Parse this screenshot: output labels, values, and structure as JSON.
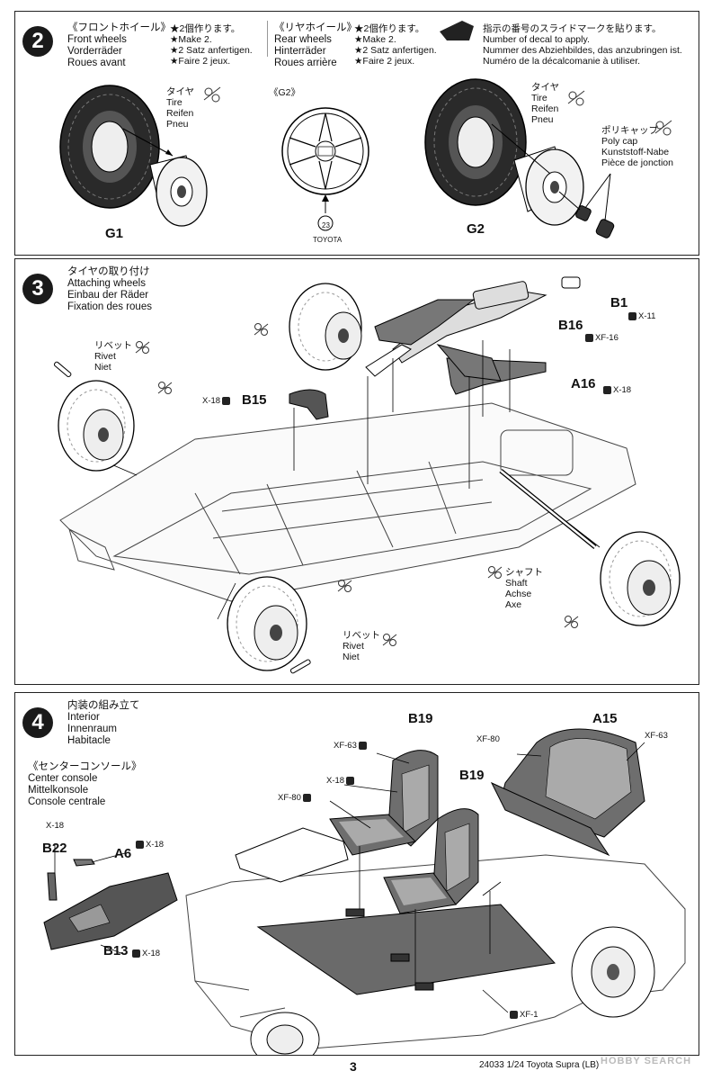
{
  "step2": {
    "number": "2",
    "front": {
      "jp": "《フロントホイール》",
      "en": "Front wheels",
      "de": "Vorderräder",
      "fr": "Roues avant",
      "notes": [
        "★2個作ります。",
        "★Make 2.",
        "★2 Satz anfertigen.",
        "★Faire 2 jeux."
      ]
    },
    "rear": {
      "jp": "《リヤホイール》",
      "en": "Rear wheels",
      "de": "Hinterräder",
      "fr": "Roues arrière",
      "notes": [
        "★2個作ります。",
        "★Make 2.",
        "★2 Satz anfertigen.",
        "★Faire 2 jeux."
      ]
    },
    "decal_note": [
      "指示の番号のスライドマークを貼ります。",
      "Number of decal to apply.",
      "Nummer des Abziehbildes, das anzubringen ist.",
      "Numéro de la décalcomanie à utiliser."
    ],
    "tire_front": [
      "タイヤ",
      "Tire",
      "Reifen",
      "Pneu"
    ],
    "tire_rear": [
      "タイヤ",
      "Tire",
      "Reifen",
      "Pneu"
    ],
    "polycap": [
      "ポリキャップ",
      "Poly cap",
      "Kunststoff-Nabe",
      "Pièce de jonction"
    ],
    "g2_label": "《G2》",
    "decal_number": "23",
    "decal_brand": "TOYOTA",
    "part_g1": "G1",
    "part_g2": "G2"
  },
  "step3": {
    "number": "3",
    "title": [
      "タイヤの取り付け",
      "Attaching wheels",
      "Einbau der Räder",
      "Fixation des roues"
    ],
    "rivet_top": [
      "リベット",
      "Rivet",
      "Niet"
    ],
    "rivet_bottom": [
      "リベット",
      "Rivet",
      "Niet"
    ],
    "shaft": [
      "シャフト",
      "Shaft",
      "Achse",
      "Axe"
    ],
    "parts": {
      "b1": "B1",
      "b16": "B16",
      "a16": "A16",
      "b15": "B15"
    },
    "codes": {
      "b1": "X-11",
      "b16": "XF-16",
      "a16": "X-18",
      "b15": "X-18"
    }
  },
  "step4": {
    "number": "4",
    "title": [
      "内装の組み立て",
      "Interior",
      "Innenraum",
      "Habitacle"
    ],
    "console": [
      "《センターコンソール》",
      "Center console",
      "Mittelkonsole",
      "Console centrale"
    ],
    "parts": {
      "b19a": "B19",
      "b19b": "B19",
      "a15": "A15",
      "b22": "B22",
      "a6": "A6",
      "b13": "B13"
    },
    "codes": {
      "xf63a": "XF-63",
      "x18a": "X-18",
      "xf80a": "XF-80",
      "xf80b": "XF-80",
      "xf63b": "XF-63",
      "b22": "X-18",
      "a6": "X-18",
      "b13": "X-18",
      "floor": "XF-1"
    }
  },
  "footer": {
    "page": "3",
    "code": "24033",
    "text": "1/24 Toyota Supra (LB)",
    "watermark": "HOBBY SEARCH"
  }
}
